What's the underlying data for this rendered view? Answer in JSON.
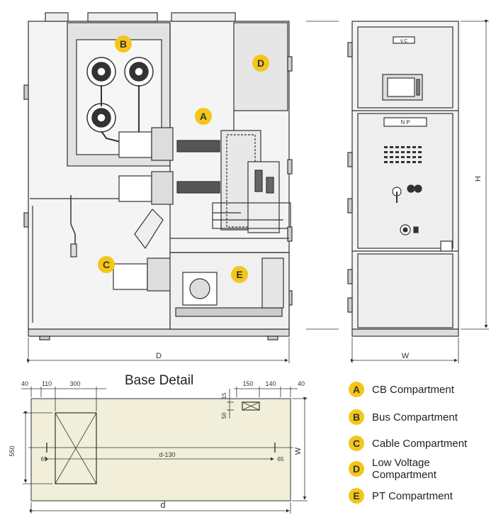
{
  "side_view": {
    "markers": [
      "A",
      "B",
      "C",
      "D",
      "E"
    ],
    "dimension_label": "D"
  },
  "front_view": {
    "top_plate": "V.C",
    "np_plate": "N  P",
    "width_label": "W",
    "height_label": "H"
  },
  "base_detail": {
    "title": "Base Detail",
    "dims_top": [
      "40",
      "110",
      "300",
      "150",
      "140",
      "40"
    ],
    "dim_15": "15",
    "dim_50": "50",
    "dim_550": "550",
    "dim_65_left": "65",
    "dim_d130": "d-130",
    "dim_65_right": "65",
    "dim_W": "W",
    "dim_d": "d"
  },
  "legend": [
    {
      "letter": "A",
      "label": "CB Compartment"
    },
    {
      "letter": "B",
      "label": "Bus Compartment"
    },
    {
      "letter": "C",
      "label": "Cable Compartment"
    },
    {
      "letter": "D",
      "label": "Low Voltage Compartment"
    },
    {
      "letter": "E",
      "label": "PT Compartment"
    }
  ],
  "colors": {
    "marker": "#f4c61a",
    "base_fill": "#f1efd9",
    "line": "#333333"
  }
}
